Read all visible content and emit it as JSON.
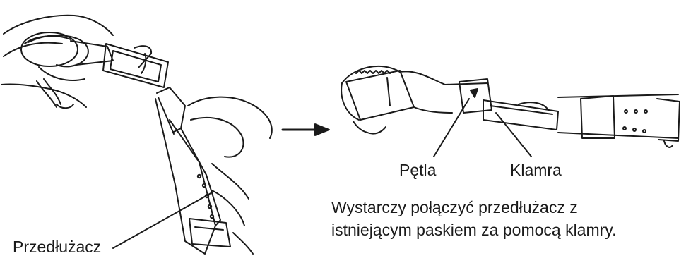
{
  "labels": {
    "extender": "Przedłużacz",
    "loop": "Pętla",
    "buckle": "Klamra"
  },
  "caption": {
    "line1": "Wystarczy połączyć przedłużacz z",
    "line2": "istniejącym paskiem za pomocą klamry."
  },
  "colors": {
    "ink": "#1a1a1a",
    "background": "#ffffff"
  }
}
